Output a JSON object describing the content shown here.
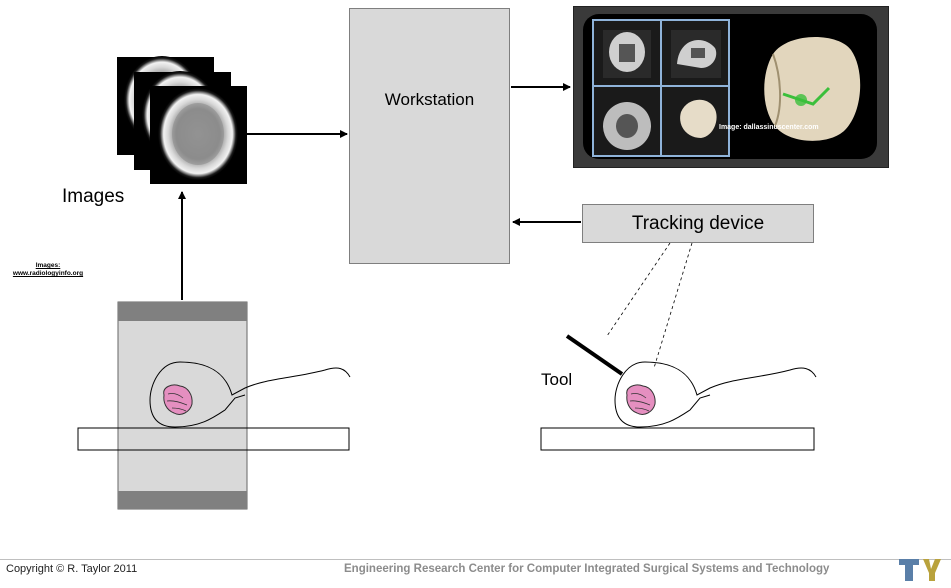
{
  "diagram": {
    "workstation": {
      "label": "Workstation"
    },
    "tracking_device": {
      "label": "Tracking device"
    },
    "images_label": "Images",
    "tool_label": "Tool",
    "images_credit": {
      "line1": "Images:",
      "line2": "www.radiologyinfo.org"
    },
    "display_credit": "Image: dallassinuscenter.com"
  },
  "footer": {
    "copyright": "Copyright © R. Taylor 2011",
    "center_text": "Engineering Research Center for Computer Integrated Surgical Systems and Technology",
    "logo_icon": "erc-cisst-logo-icon"
  },
  "colors": {
    "box_fill": "#d9d9d9",
    "tissue_pink": "#e58fc0",
    "scanner_gray": "#808080"
  }
}
